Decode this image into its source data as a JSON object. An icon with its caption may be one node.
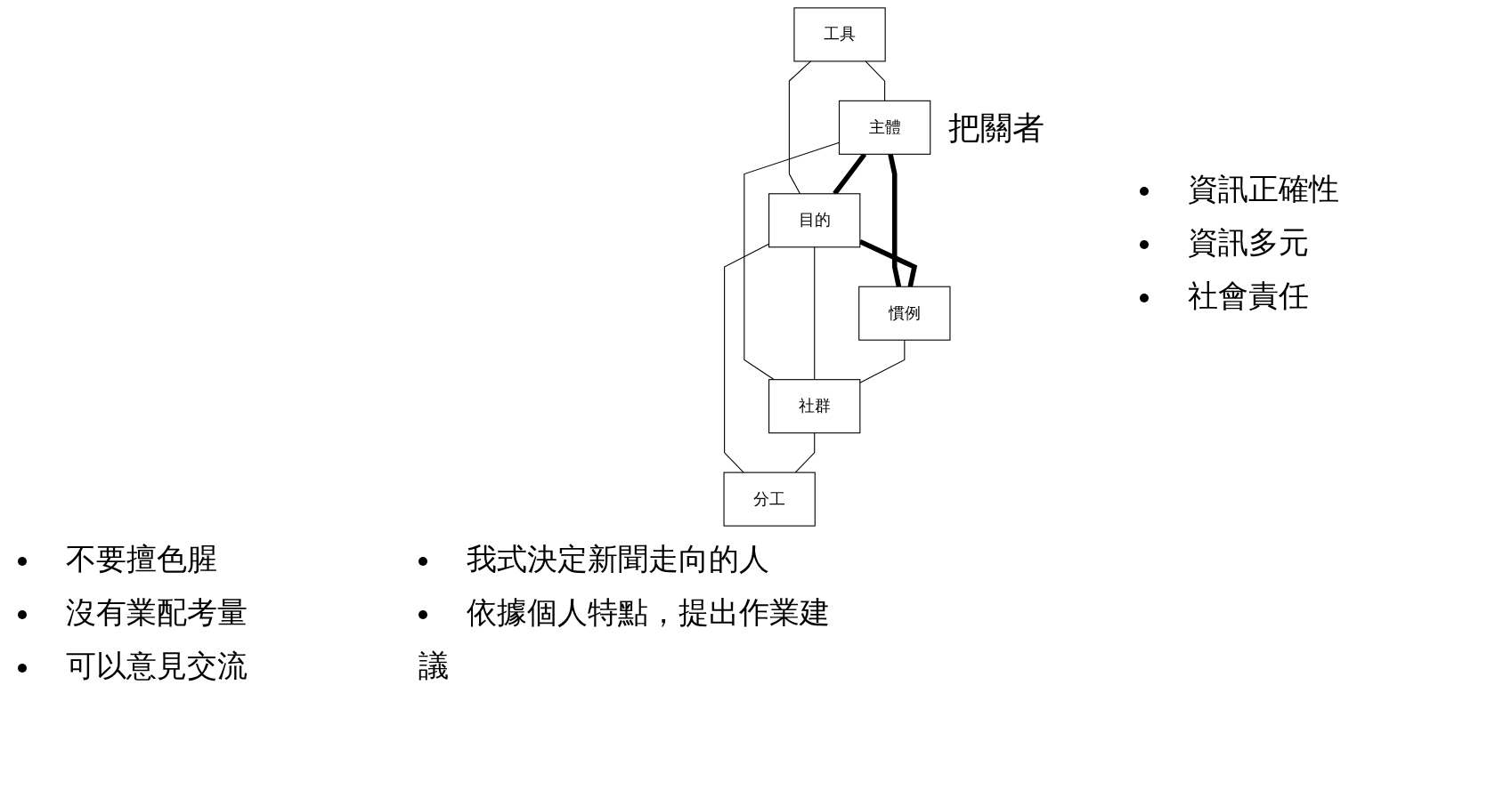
{
  "diagram": {
    "nodes": [
      {
        "text": [
          "工具"
        ]
      },
      {
        "text": [
          "主體"
        ],
        "beside": [
          "把關者"
        ]
      },
      {
        "text": [
          "目的"
        ]
      },
      {
        "text": [
          "慣例"
        ]
      },
      {
        "text": [
          "社群"
        ]
      },
      {
        "text": [
          "分工"
        ]
      }
    ],
    "edges": [
      {
        "from": 0,
        "to": 1,
        "arrow": "none"
      },
      {
        "from": 0,
        "to": 2,
        "arrow": "none"
      },
      {
        "from": 1,
        "to": 2,
        "arrow": "none",
        "style": "thick"
      },
      {
        "from": 1,
        "to": 3,
        "arrow": "none",
        "style": "thick"
      },
      {
        "from": 2,
        "to": 3,
        "arrow": "none",
        "style": "thick"
      },
      {
        "from": 1,
        "to": 4,
        "arrow": "none"
      },
      {
        "from": 2,
        "to": 4,
        "arrow": "none"
      },
      {
        "from": 2,
        "to": 5,
        "arrow": "none"
      },
      {
        "from": 3,
        "to": 4,
        "arrow": "none"
      },
      {
        "from": 4,
        "to": 5,
        "arrow": "none"
      }
    ],
    "labels": [
      "資訊正確性",
      "資訊多元",
      "社會責任",
      "不要擅色腥",
      "我式決定新聞走向的人",
      "沒有業配考量",
      "依據個人特點，提出作業建議",
      "可以意見交流"
    ]
  }
}
